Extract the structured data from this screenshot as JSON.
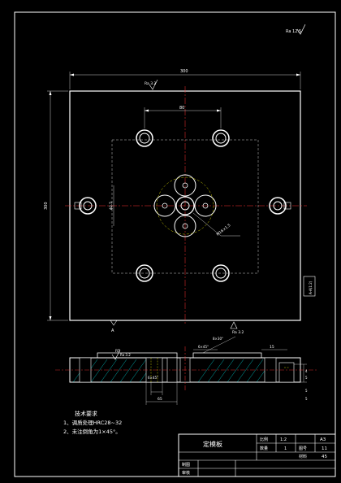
{
  "corner_roughness": "Ra 12.5",
  "plan_view": {
    "dim_width": "300",
    "dim_height": "300",
    "dim_inner_top": "80",
    "dim_side": "ϕ2.5",
    "dim_leader": "M16×1.5",
    "roughness_top": "Ra 3.2",
    "roughness_bottom": "Ra 3.2",
    "side_label": "A",
    "right_tab": "A-A(1:2)"
  },
  "section_view": {
    "dims": [
      "R5",
      "6×45°",
      "65",
      "6×45°",
      "8×30°",
      "15",
      "4",
      "5",
      "5",
      "5"
    ],
    "roughness": "Ra 3.2"
  },
  "notes": {
    "title": "技术要求",
    "items": [
      "1、调质处理HRC28~32",
      "2、未注倒角为1×45°。"
    ]
  },
  "title_block": {
    "drawing_name": "定模板",
    "labels": {
      "scale": "比例",
      "scale_value": "1:2",
      "paper": "A3",
      "qty": "数量",
      "qty_value": "1",
      "sheet": "图号",
      "sheet_value": "11",
      "material": "材料",
      "material_value": "45",
      "designer": "制图",
      "checker": "审核"
    }
  },
  "colors": {
    "outline": "#ffffff",
    "center_line": "#ff3333",
    "dimension": "#00ff00",
    "hidden": "#ffff00",
    "hatch": "#00ffff"
  }
}
